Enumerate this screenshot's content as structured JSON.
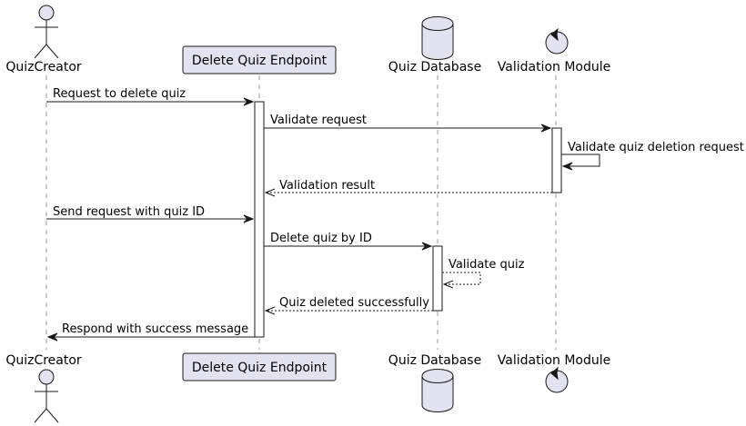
{
  "diagram": {
    "participants": {
      "creator": "QuizCreator",
      "endpoint": "Delete Quiz Endpoint",
      "database": "Quiz Database",
      "validation": "Validation Module"
    },
    "messages": [
      {
        "id": "m1",
        "from": "creator",
        "to": "endpoint",
        "label": "Request to delete quiz",
        "style": "solid"
      },
      {
        "id": "m2",
        "from": "endpoint",
        "to": "validation",
        "label": "Validate request",
        "style": "solid"
      },
      {
        "id": "m3",
        "from": "validation",
        "to": "validation",
        "label": "Validate quiz deletion request",
        "style": "solid"
      },
      {
        "id": "m4",
        "from": "validation",
        "to": "endpoint",
        "label": "Validation result",
        "style": "dashed"
      },
      {
        "id": "m5",
        "from": "creator",
        "to": "endpoint",
        "label": "Send request with quiz ID",
        "style": "solid"
      },
      {
        "id": "m6",
        "from": "endpoint",
        "to": "database",
        "label": "Delete quiz by ID",
        "style": "solid"
      },
      {
        "id": "m7",
        "from": "database",
        "to": "database",
        "label": "Validate quiz",
        "style": "dashed"
      },
      {
        "id": "m8",
        "from": "database",
        "to": "endpoint",
        "label": "Quiz deleted successfully",
        "style": "dashed"
      },
      {
        "id": "m9",
        "from": "endpoint",
        "to": "creator",
        "label": "Respond with success message",
        "style": "solid"
      }
    ],
    "colors": {
      "participant_fill": "#E2E2F0",
      "stroke": "#181818",
      "lifeline": "#999999"
    }
  }
}
